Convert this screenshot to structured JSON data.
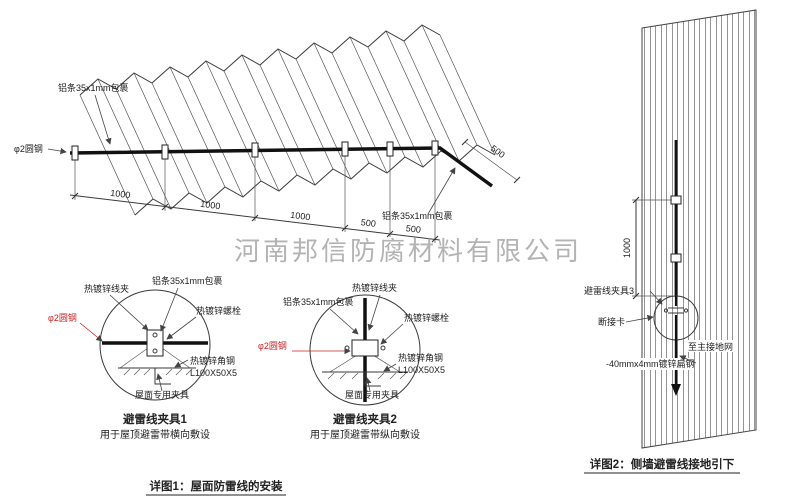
{
  "watermark": "河南邦信防腐材料有限公司",
  "roof": {
    "label_al_strip_top": "铝条35x1mm包裹",
    "label_al_strip_right": "铝条35x1mm包裹",
    "label_round_steel": "φ2圆钢",
    "dims": [
      "1000",
      "1000",
      "1000",
      "500",
      "500"
    ],
    "dim_right": "500"
  },
  "detail1": {
    "labels": {
      "clamp": "热镀锌线夹",
      "al_strip": "铝条35x1mm包裹",
      "bolt": "热镀锌螺栓",
      "round_steel": "φ2圆钢",
      "angle_steel": "热镀锌角钢",
      "angle_spec": "L100X50X5",
      "roof_clamp": "屋面专用夹具"
    },
    "title": "避雷线夹具1",
    "subtitle": "用于屋顶避雷带横向敷设"
  },
  "detail2": {
    "labels": {
      "clamp": "热镀锌线夹",
      "al_strip": "铝条35x1mm包裹",
      "bolt": "热镀锌螺栓",
      "round_steel": "φ2圆钢",
      "angle_steel": "热镀锌角钢",
      "angle_spec": "L100X50X5",
      "roof_clamp": "屋面专用夹具"
    },
    "title": "避雷线夹具2",
    "subtitle": "用于屋顶避雷带纵向敷设"
  },
  "wall": {
    "dim": "1000",
    "label_clamp3": "避雷线夹具3",
    "label_disconnect": "断接卡",
    "label_to_ground": "至主接地网",
    "label_flat_steel": "-40mmx4mm镀锌扁钢"
  },
  "captions": {
    "detail1": "详图1：屋面防雷线的安装",
    "detail2": "详图2：侧墙避雷线接地引下"
  },
  "colors": {
    "line": "#3a3a3a",
    "accent_red": "#cc2222",
    "watermark": "#9a9a9a"
  }
}
